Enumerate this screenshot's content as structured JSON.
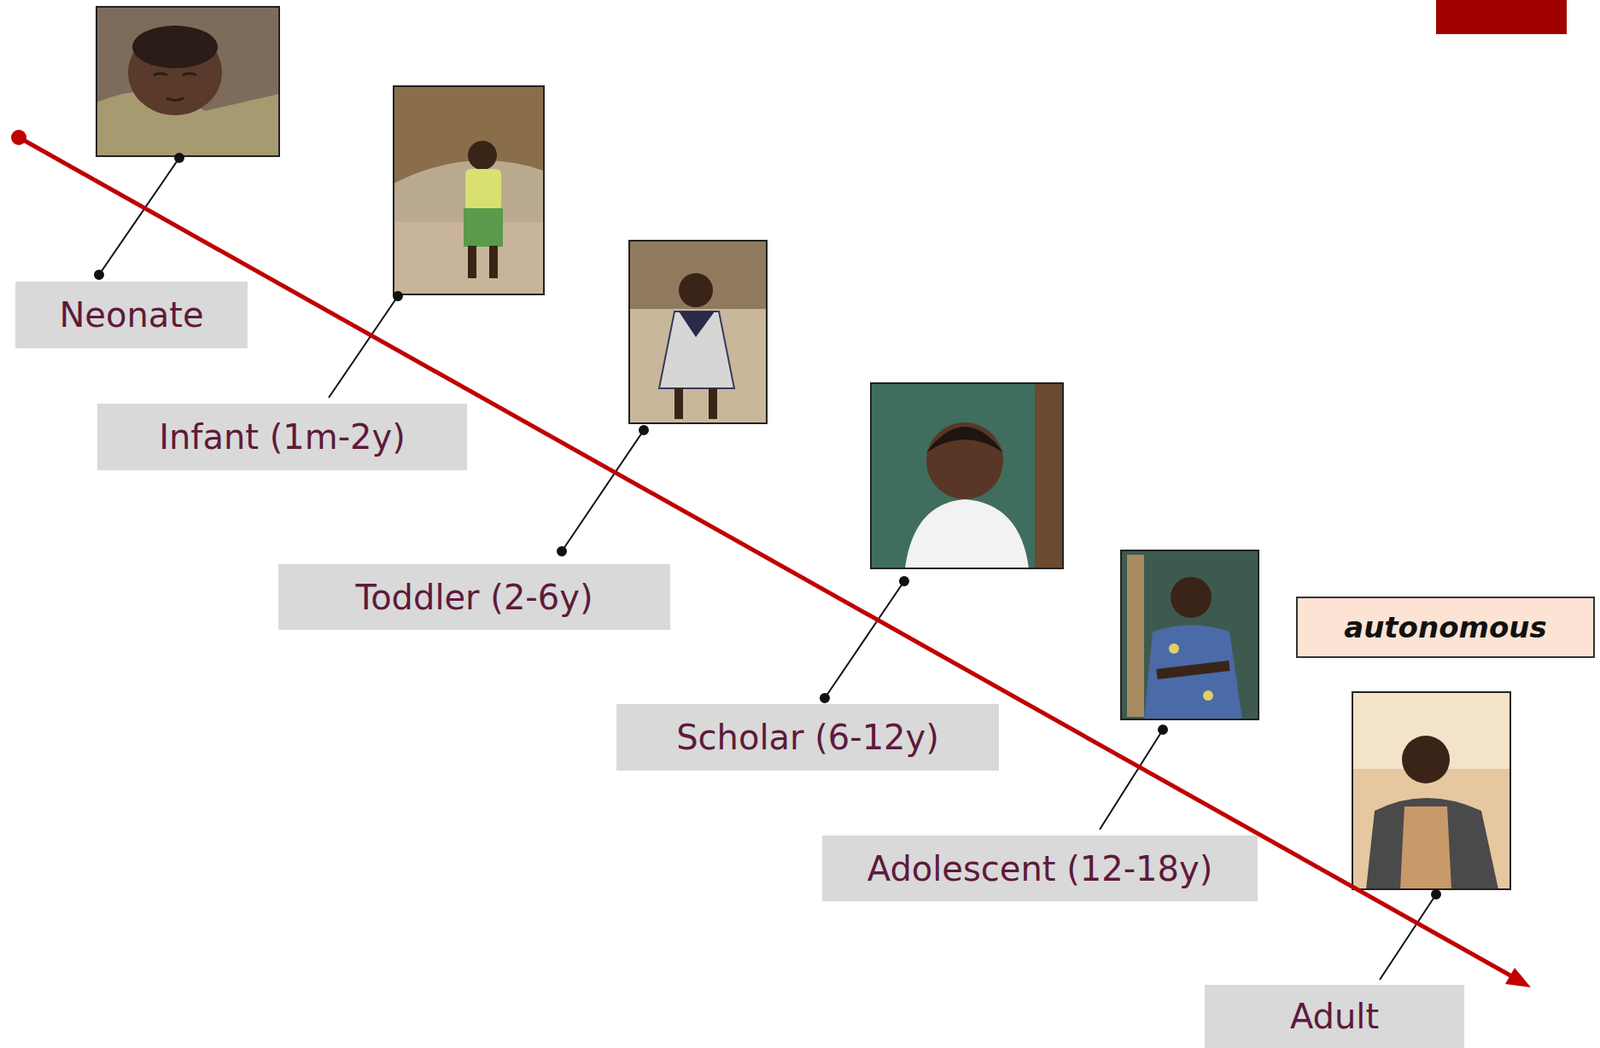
{
  "diagram": {
    "nodes": [
      {
        "text": [
          "Neonate"
        ]
      },
      {
        "text": [
          "Infant (1m-2y)"
        ]
      },
      {
        "text": [
          "Toddler (2-6y)"
        ]
      },
      {
        "text": [
          "Scholar (6-12y)"
        ]
      },
      {
        "text": [
          "Adolescent (12-18y)"
        ]
      },
      {
        "text": [
          "autonomous"
        ]
      },
      {
        "text": [
          "Adult"
        ]
      }
    ]
  }
}
